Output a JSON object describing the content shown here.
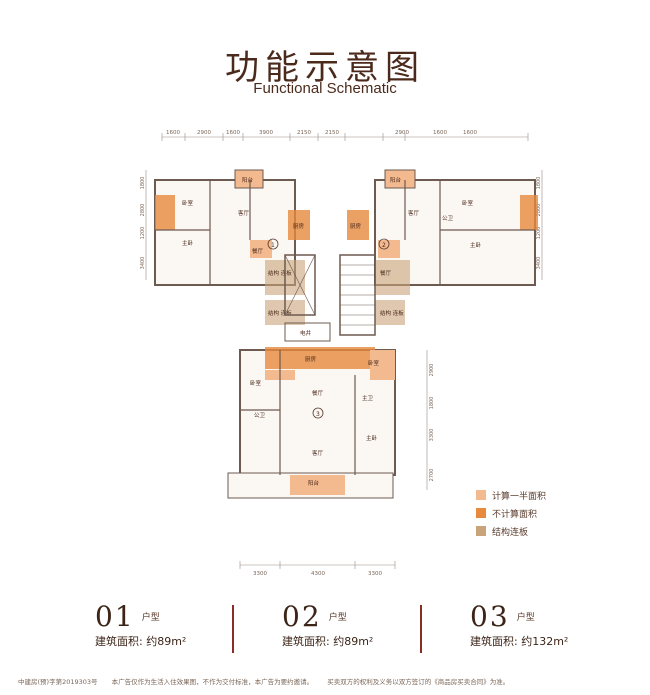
{
  "header": {
    "title": "功能示意图",
    "subtitle": "Functional Schematic"
  },
  "dimensions": {
    "top": [
      "1600",
      "2900",
      "1600",
      "3900",
      "2150",
      "2150",
      "2900",
      "1600",
      "1600"
    ],
    "bottom": [
      "3300",
      "4300",
      "3300"
    ],
    "left_upper": [
      "1800",
      "2800",
      "1200",
      "3400"
    ],
    "right_upper": [
      "1800",
      "2800",
      "1200",
      "3400"
    ],
    "right_lower": [
      "2900",
      "1800",
      "3300",
      "2700"
    ]
  },
  "rooms": {
    "balcony": "阳台",
    "bedroom": "卧室",
    "living": "客厅",
    "master": "主卧",
    "kitchen": "厨房",
    "dining": "餐厅",
    "bath": "公卫",
    "master_bath": "主卫",
    "structural": "结构\n连板",
    "electrical": "电井"
  },
  "unit_marks": [
    "1",
    "2",
    "3"
  ],
  "legend": [
    {
      "label": "计算一半面积",
      "color": "#f3b98f"
    },
    {
      "label": "不计算面积",
      "color": "#e78a3d"
    },
    {
      "label": "结构连板",
      "color": "#c9a37a"
    }
  ],
  "units": [
    {
      "num": "01",
      "type": "户型",
      "area": "建筑面积: 约89m²"
    },
    {
      "num": "02",
      "type": "户型",
      "area": "建筑面积: 约89m²"
    },
    {
      "num": "03",
      "type": "户型",
      "area": "建筑面积: 约132m²"
    }
  ],
  "footer": {
    "permit": "中建房(预)字第2019303号",
    "disclaimer1": "本广告仅作为生活入住效果图，不作为交付标准，本广告为要约邀请。",
    "disclaimer2": "买卖双方的权利及义务以双方签订的《商品房买卖合同》为准。"
  },
  "colors": {
    "half_area": "#f3b98f",
    "no_area": "#e78a3d",
    "structural": "#c9a37a",
    "accent": "#8a2e23"
  }
}
